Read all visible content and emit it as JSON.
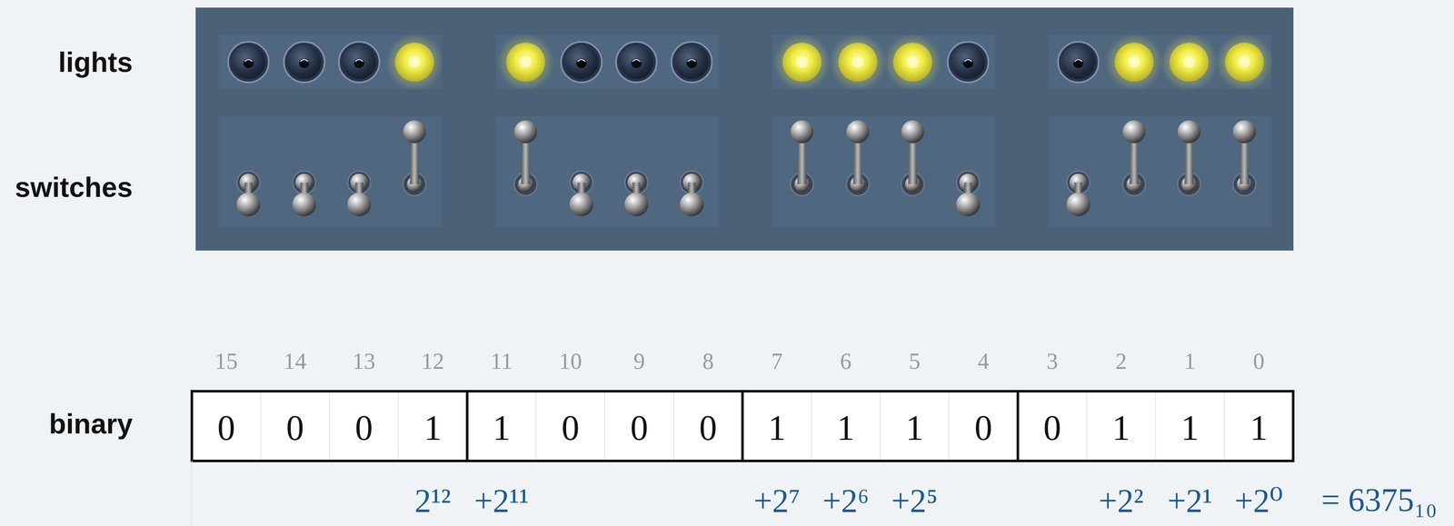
{
  "diagram": {
    "labels": [
      "lights",
      "switches",
      "binary",
      "15",
      "14",
      "13",
      "12",
      "11",
      "10",
      "9",
      "8",
      "7",
      "6",
      "5",
      "4",
      "3",
      "2",
      "1",
      "0",
      "0",
      "0",
      "0",
      "1",
      "1",
      "0",
      "0",
      "0",
      "1",
      "1",
      "1",
      "0",
      "0",
      "1",
      "1",
      "1",
      "2¹²",
      "+2¹¹",
      "+2⁷",
      "+2⁶",
      "+2⁵",
      "+2²",
      "+2¹",
      "+2⁰",
      "= 6375₁₀"
    ]
  }
}
